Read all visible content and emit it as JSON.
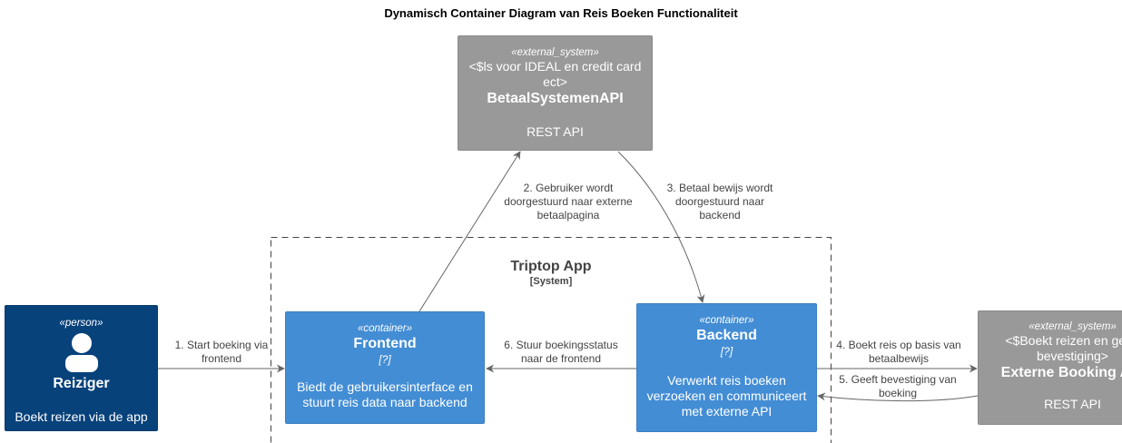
{
  "title": "Dynamisch Container Diagram van Reis Boeken Functionaliteit",
  "boundary": {
    "name": "Triptop App",
    "type": "[System]"
  },
  "nodes": {
    "reiziger": {
      "stereotype": "«person»",
      "name": "Reiziger",
      "description": "Boekt reizen via de app"
    },
    "frontend": {
      "stereotype": "«container»",
      "name": "Frontend",
      "technology": "[?]",
      "description": "Biedt de gebruikersinterface en stuurt reis data naar backend"
    },
    "backend": {
      "stereotype": "«container»",
      "name": "Backend",
      "technology": "[?]",
      "description": "Verwerkt reis boeken verzoeken en communiceert met externe API"
    },
    "betaal": {
      "stereotype": "«external_system»",
      "description": "<$ls voor IDEAL en credit card ect>",
      "name": "BetaalSystemenAPI",
      "technology": "REST API"
    },
    "booking": {
      "stereotype": "«external_system»",
      "description": "<$Boekt reizen en geeft bevestiging>",
      "name": "Externe Booking API",
      "technology": "REST API"
    }
  },
  "edges": {
    "e1": "1. Start boeking via frontend",
    "e2": "2. Gebruiker wordt doorgestuurd naar externe betaalpagina",
    "e3": "3. Betaal bewijs wordt doorgestuurd naar backend",
    "e4": "4. Boekt reis op basis van betaalbewijs",
    "e5": "5. Geeft bevestiging van boeking",
    "e6": "6. Stuur boekingsstatus naar de frontend"
  },
  "colors": {
    "person": "#08427b",
    "container": "#438dd5",
    "external_system": "#999999",
    "edge": "#666666",
    "boundary": "#444444"
  }
}
